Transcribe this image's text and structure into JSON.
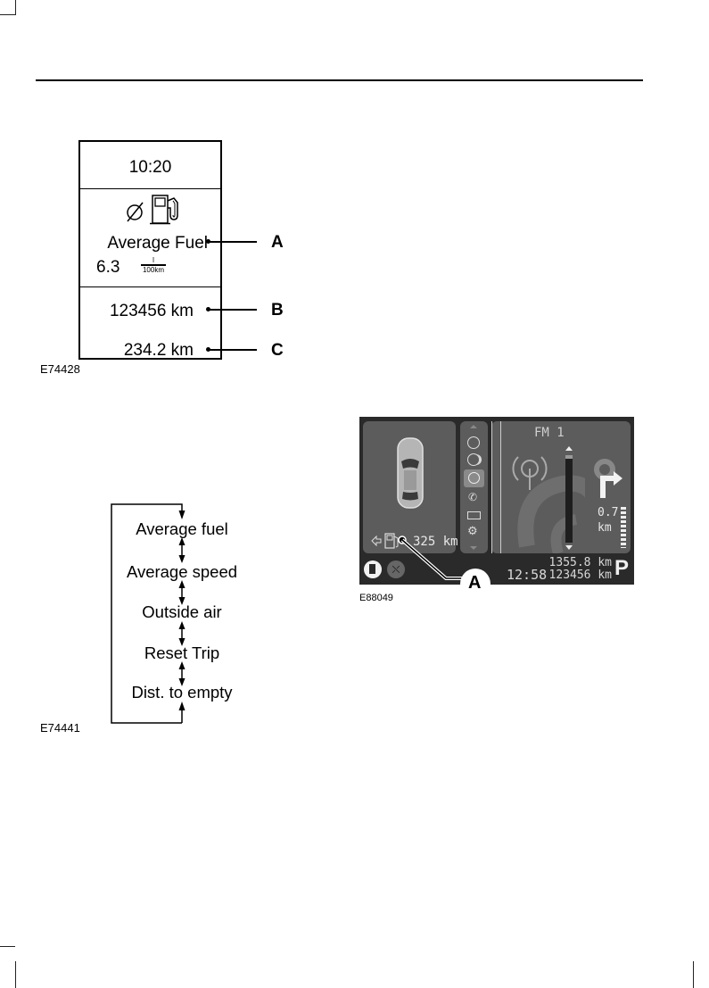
{
  "figure1": {
    "time": "10:20",
    "icons": [
      "average-symbol-icon",
      "fuel-pump-icon"
    ],
    "label": "Average Fuel",
    "value": "6.3",
    "unit_numerator": "l",
    "unit_denominator": "100km",
    "odometer": "123456 km",
    "trip": "234.2 km",
    "callouts": [
      "A",
      "B",
      "C"
    ],
    "code": "E74428"
  },
  "figure2": {
    "items": [
      "Average fuel",
      "Average speed",
      "Outside air",
      "Reset Trip",
      "Dist. to empty"
    ],
    "code": "E74441"
  },
  "figure3": {
    "range": "325 km",
    "source": "FM 1",
    "nav_distance": "0.7",
    "nav_unit": "km",
    "time": "12:58",
    "trip": "1355.8 km",
    "odometer": "123456 km",
    "gear": "P",
    "callout": "A",
    "code": "E88049",
    "menu_icons": [
      "cd-icon",
      "cd-changer-icon",
      "radio-icon",
      "phone-icon",
      "card-icon",
      "settings-icon"
    ]
  }
}
